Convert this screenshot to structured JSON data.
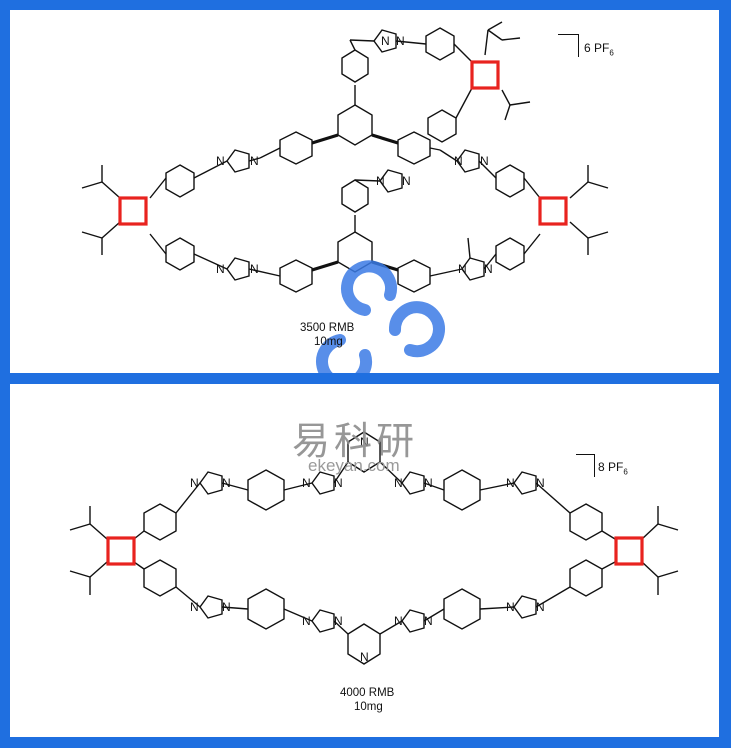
{
  "panel1": {
    "counter_ion": "6 PF",
    "counter_sub": "6",
    "price": "3500 RMB",
    "amount": "10mg"
  },
  "panel2": {
    "counter_ion": "8 PF",
    "counter_sub": "6",
    "price": "4000 RMB",
    "amount": "10mg"
  },
  "watermark": {
    "chinese": "易科研",
    "url": "ekeyan.com",
    "color": "#3b7be6"
  },
  "colors": {
    "frame": "#1f6fe0",
    "cyclobutane": "#e8231f",
    "bond": "#111111"
  },
  "atoms": {
    "n": "N",
    "plus": "+"
  }
}
